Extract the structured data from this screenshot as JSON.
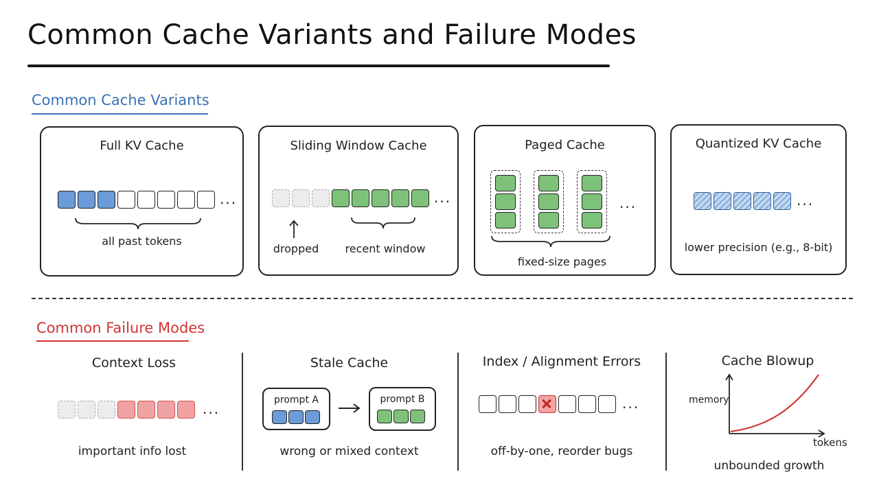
{
  "title": "Common Cache Variants and Failure Modes",
  "variants_section": {
    "title": "Common Cache Variants",
    "color": "#3a72b5",
    "panels": [
      {
        "title": "Full KV Cache",
        "caption": "all past tokens",
        "filled_cells": 3,
        "empty_cells": 5
      },
      {
        "title": "Sliding Window Cache",
        "dropped_label": "dropped",
        "window_label": "recent window",
        "dropped_cells": 3,
        "window_cells": 5
      },
      {
        "title": "Paged Cache",
        "caption": "fixed-size pages",
        "pages": 3,
        "cells_per_page": 3
      },
      {
        "title": "Quantized KV Cache",
        "caption": "lower precision (e.g., 8-bit)",
        "cells": 5
      }
    ]
  },
  "failures_section": {
    "title": "Common Failure Modes",
    "color": "#d03434",
    "modes": [
      {
        "title": "Context Loss",
        "caption": "important info lost"
      },
      {
        "title": "Stale Cache",
        "caption": "wrong or mixed context",
        "prompt_a": "prompt A",
        "prompt_b": "prompt B"
      },
      {
        "title": "Index / Alignment Errors",
        "caption": "off-by-one, reorder bugs"
      },
      {
        "title": "Cache Blowup",
        "caption": "unbounded growth",
        "y_axis": "memory",
        "x_axis": "tokens"
      }
    ]
  },
  "ellipsis": "...",
  "colors": {
    "blue": "#6b9bd8",
    "green": "#7ec27a",
    "red": "#f1a2a2",
    "curve": "#d03434"
  }
}
